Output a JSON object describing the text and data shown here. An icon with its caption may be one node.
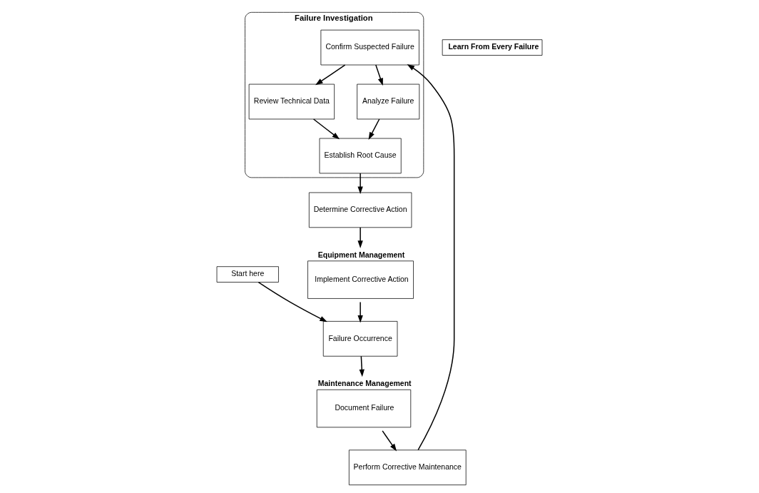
{
  "diagram": {
    "nodes": [
      {
        "text": [
          "Start here"
        ]
      },
      {
        "text": [
          "Failure Occurrence"
        ]
      },
      {
        "text": [
          "Equipment Management",
          "Implement Corrective Action"
        ]
      },
      {
        "text": [
          "Maintenance Management",
          "Document Failure"
        ]
      },
      {
        "text": [
          "Learn From Every Failure"
        ]
      },
      {
        "text": [
          "Determine Corrective Action"
        ]
      },
      {
        "text": [
          "Perform Corrective Maintenance"
        ]
      },
      {
        "text": [
          "Failure Investigation"
        ]
      },
      {
        "text": [
          "Review Technical Data"
        ],
        "in": 7
      },
      {
        "text": [
          "Establish Root Cause"
        ],
        "in": 7
      },
      {
        "text": [
          "Confirm Suspected Failure"
        ],
        "in": 7
      },
      {
        "text": [
          "Analyze Failure"
        ],
        "in": 7
      }
    ],
    "edges": [
      {
        "from": 0,
        "to": 1,
        "arrow": "to"
      },
      {
        "from": 2,
        "to": 1,
        "arrow": "to"
      },
      {
        "from": 1,
        "to": 3,
        "arrow": "to"
      },
      {
        "from": 3,
        "to": 6,
        "arrow": "to"
      },
      {
        "from": 6,
        "to": 10,
        "arrow": "to"
      },
      {
        "from": 10,
        "to": 8,
        "arrow": "to"
      },
      {
        "from": 10,
        "to": 11,
        "arrow": "to"
      },
      {
        "from": 8,
        "to": 9,
        "arrow": "to"
      },
      {
        "from": 11,
        "to": 9,
        "arrow": "to"
      },
      {
        "from": 9,
        "to": 5,
        "arrow": "to"
      },
      {
        "from": 5,
        "to": 2,
        "arrow": "to"
      }
    ]
  }
}
